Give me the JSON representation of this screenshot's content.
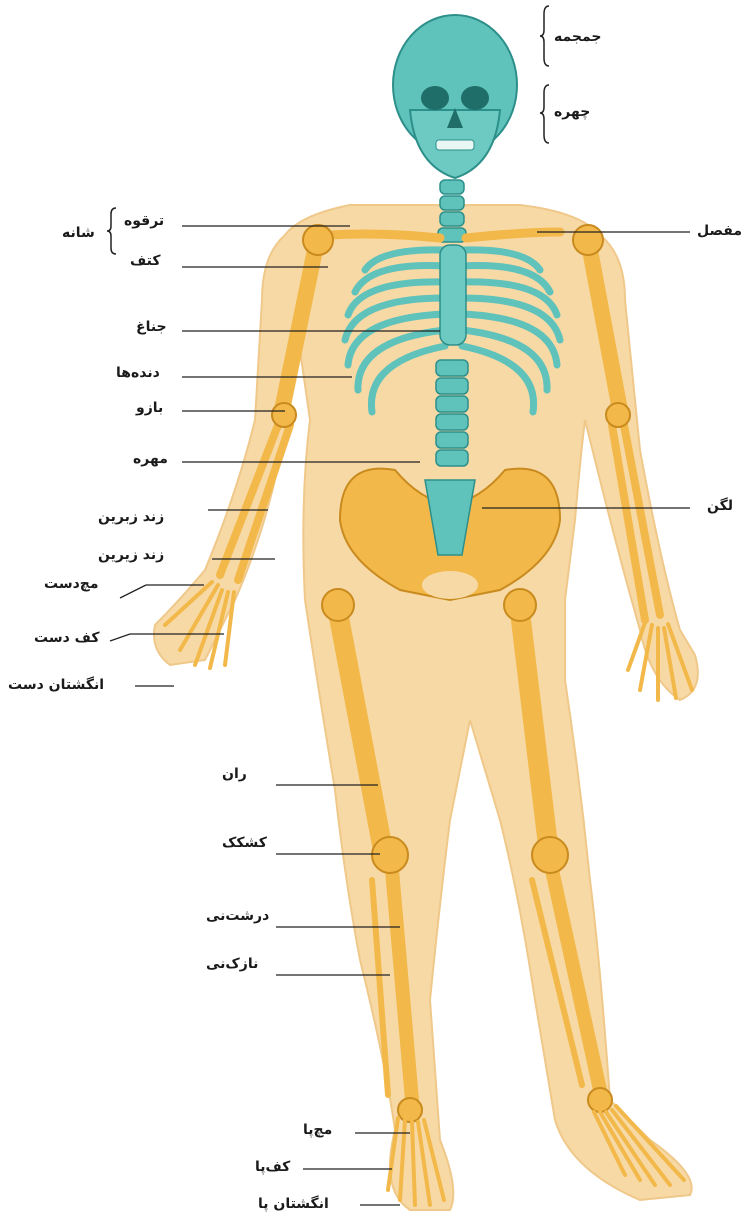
{
  "colors": {
    "body": "#f7d9a6",
    "body_outline": "#efc88a",
    "bone": "#f2b94a",
    "bone_dark": "#c98a1e",
    "axial": "#5fc2bb",
    "axial_dark": "#2d8f8a",
    "line": "#222222"
  },
  "labels": {
    "skull": "جمجمه",
    "face": "چهره",
    "shoulder": "شانه",
    "clavicle": "ترقوه",
    "scapula": "کتف",
    "joint": "مفصل",
    "sternum": "جناغ",
    "ribs": "دنده‌ها",
    "humerus": "بازو",
    "vertebra": "مهره",
    "ulna": "زند زبرین",
    "radius": "زند زیرین",
    "pelvis": "لگن",
    "wrist": "مچ‌دست",
    "palm": "کف دست",
    "fingers": "انگشتان دست",
    "femur": "ران",
    "patella": "کشکک",
    "tibia": "درشت‌نی",
    "fibula": "نازک‌نی",
    "ankle": "مچ‌پا",
    "sole": "کف‌پا",
    "toes": "انگشتان پا"
  }
}
